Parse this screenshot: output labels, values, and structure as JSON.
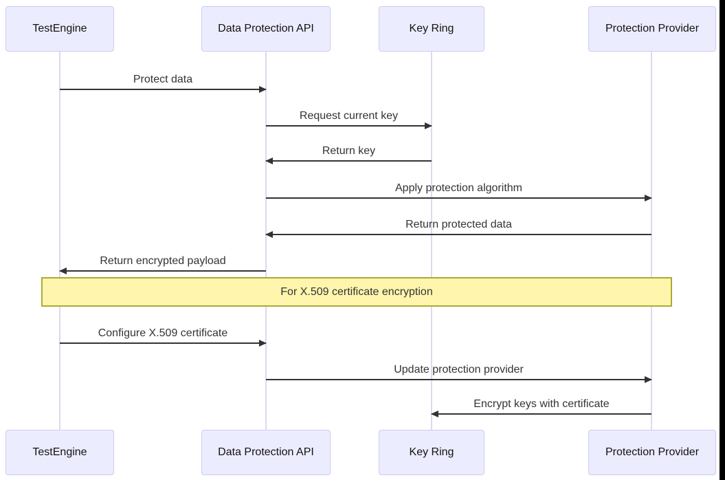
{
  "diagram": {
    "kind": "sequence-diagram",
    "actors": [
      "TestEngine",
      "Data Protection API",
      "Key Ring",
      "Protection Provider"
    ],
    "messages": [
      {
        "from": "TestEngine",
        "to": "Data Protection API",
        "label": "Protect data",
        "direction": "right"
      },
      {
        "from": "Data Protection API",
        "to": "Key Ring",
        "label": "Request current key",
        "direction": "right"
      },
      {
        "from": "Key Ring",
        "to": "Data Protection API",
        "label": "Return key",
        "direction": "left"
      },
      {
        "from": "Data Protection API",
        "to": "Protection Provider",
        "label": "Apply protection algorithm",
        "direction": "right"
      },
      {
        "from": "Protection Provider",
        "to": "Data Protection API",
        "label": "Return protected data",
        "direction": "left"
      },
      {
        "from": "Data Protection API",
        "to": "TestEngine",
        "label": "Return encrypted payload",
        "direction": "left"
      },
      {
        "from": "TestEngine",
        "to": "Data Protection API",
        "label": "Configure X.509 certificate",
        "direction": "right"
      },
      {
        "from": "Data Protection API",
        "to": "Protection Provider",
        "label": "Update protection provider",
        "direction": "right"
      },
      {
        "from": "Protection Provider",
        "to": "Key Ring",
        "label": "Encrypt keys with certificate",
        "direction": "left"
      }
    ],
    "note": {
      "label": "For X.509 certificate encryption",
      "over": "all participants"
    },
    "theme": {
      "background": "#FFFFFF",
      "actor_fill": "#ECECFF",
      "actor_border": "#CCCCF0",
      "lifeline": "#DCD9F0",
      "message_line": "#333333",
      "message_text": "#333333",
      "note_fill": "#FFF5AD",
      "note_border": "#AAAA33",
      "right_edge": "#000000"
    }
  }
}
